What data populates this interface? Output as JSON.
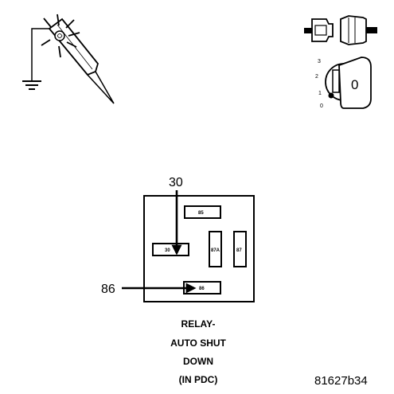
{
  "relay": {
    "pins": {
      "p85": "85",
      "p30": "30",
      "p87a": "87A",
      "p87": "87",
      "p86": "86"
    },
    "callouts": {
      "c30": "30",
      "c86": "86"
    },
    "caption": {
      "line1": "RELAY-",
      "line2": "AUTO SHUT",
      "line3": "DOWN",
      "line4": "(IN PDC)"
    }
  },
  "ignition_key": {
    "positions": {
      "k3": "3",
      "k2": "2",
      "k1": "1",
      "k0": "0"
    },
    "face_label": "0"
  },
  "figure_id": "81627b34",
  "icons": [
    "test-light-probe-icon",
    "ground-symbol-icon",
    "disconnected-connector-icon",
    "ignition-key-icon"
  ]
}
